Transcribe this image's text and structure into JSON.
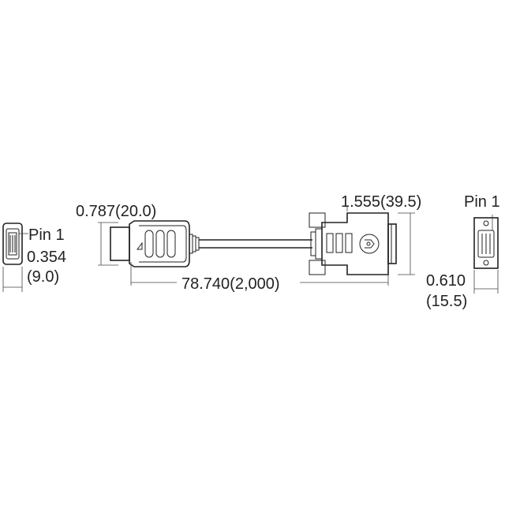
{
  "labels": {
    "hdmi_pin": "Pin 1",
    "hdmi_width": "0.354",
    "hdmi_width_mm": "(9.0)",
    "hdmi_plug_height": "0.787(20.0)",
    "cable_length": "78.740(2,000)",
    "dvi_plug_height": "1.555(39.5)",
    "dvi_pin": "Pin 1",
    "dvi_width": "0.610",
    "dvi_width_mm": "(15.5)"
  },
  "colors": {
    "line": "#222222",
    "background": "#ffffff"
  }
}
